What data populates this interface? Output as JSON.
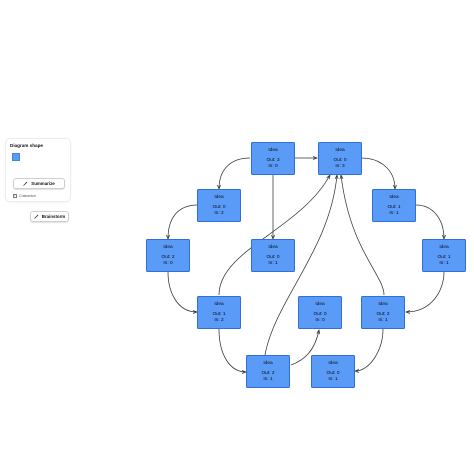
{
  "sidebar": {
    "title": "Diagram shape",
    "swatch_color": "#5b9bf8",
    "summarize_label": "Summarize",
    "summarize_icon": "wand-icon",
    "customize_label": "Customize",
    "customize_checked": true,
    "brainstorm_label": "Brainstorm",
    "brainstorm_icon": "wand-icon"
  },
  "diagram": {
    "node_color": "#5b9bf8",
    "node_border": "#2f6fd6",
    "nodes": [
      {
        "id": "n1",
        "title": "Idea",
        "out": "Out: 3",
        "in": "In: 0"
      },
      {
        "id": "n2",
        "title": "Idea",
        "out": "Out: 0",
        "in": "In: 3"
      },
      {
        "id": "n3",
        "title": "Idea",
        "out": "Out: 0",
        "in": "In: 2"
      },
      {
        "id": "n4",
        "title": "Idea",
        "out": "Out: 1",
        "in": "In: 1"
      },
      {
        "id": "n5",
        "title": "Idea",
        "out": "Out: 2",
        "in": "In: 0"
      },
      {
        "id": "n6",
        "title": "Idea",
        "out": "Out: 0",
        "in": "In: 1"
      },
      {
        "id": "n7",
        "title": "Idea",
        "out": "Out: 1",
        "in": "In: 1"
      },
      {
        "id": "n8",
        "title": "Idea",
        "out": "Out: 1",
        "in": "In: 2"
      },
      {
        "id": "n9",
        "title": "Idea",
        "out": "Out: 0",
        "in": "In: 0"
      },
      {
        "id": "n10",
        "title": "Idea",
        "out": "Out: 2",
        "in": "In: 1"
      },
      {
        "id": "n11",
        "title": "Idea",
        "out": "Out: 2",
        "in": "In: 1"
      },
      {
        "id": "n12",
        "title": "Idea",
        "out": "Out: 0",
        "in": "In: 1"
      }
    ]
  }
}
